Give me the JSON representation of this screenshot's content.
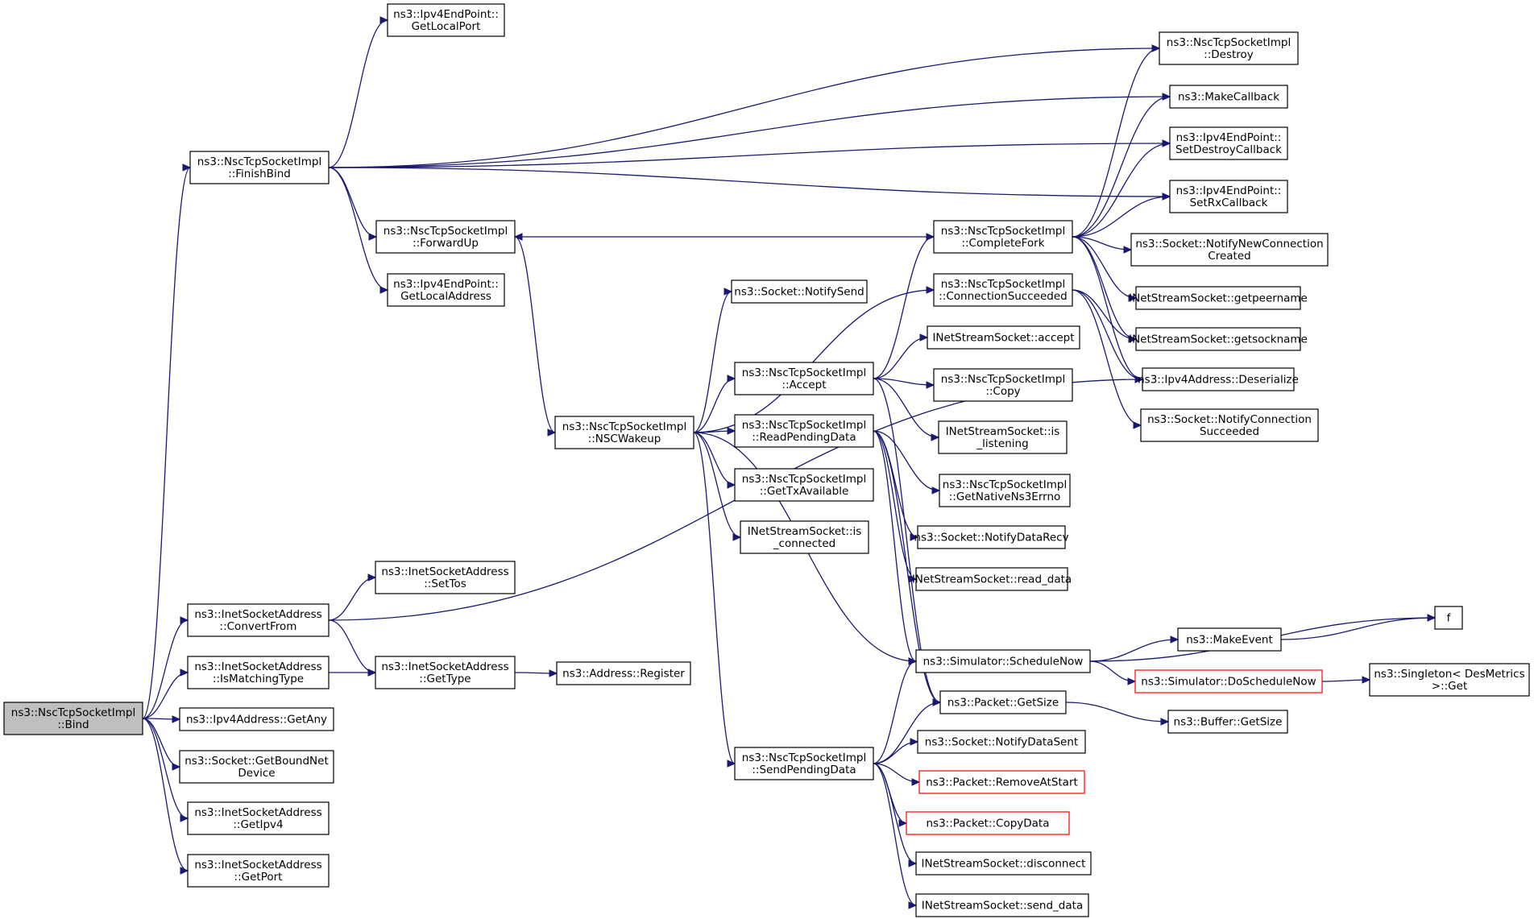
{
  "diagram": {
    "colors": {
      "edge": "#191970",
      "root_fill": "#bfbfbf",
      "box_border": "#000000",
      "truncated_border": "#ff0000"
    },
    "nodes": [
      {
        "id": "bind",
        "lines": [
          "ns3::NscTcpSocketImpl",
          "::Bind"
        ],
        "style": "root"
      },
      {
        "id": "finishbind",
        "lines": [
          "ns3::NscTcpSocketImpl",
          "::FinishBind"
        ]
      },
      {
        "id": "getlocalport",
        "lines": [
          "ns3::Ipv4EndPoint::",
          "GetLocalPort"
        ]
      },
      {
        "id": "forwardup",
        "lines": [
          "ns3::NscTcpSocketImpl",
          "::ForwardUp"
        ]
      },
      {
        "id": "getlocaladdress",
        "lines": [
          "ns3::Ipv4EndPoint::",
          "GetLocalAddress"
        ]
      },
      {
        "id": "destroy",
        "lines": [
          "ns3::NscTcpSocketImpl",
          "::Destroy"
        ]
      },
      {
        "id": "makecallback",
        "lines": [
          "ns3::MakeCallback"
        ]
      },
      {
        "id": "setdestroycallback",
        "lines": [
          "ns3::Ipv4EndPoint::",
          "SetDestroyCallback"
        ]
      },
      {
        "id": "setrxcallback",
        "lines": [
          "ns3::Ipv4EndPoint::",
          "SetRxCallback"
        ]
      },
      {
        "id": "completefork",
        "lines": [
          "ns3::NscTcpSocketImpl",
          "::CompleteFork"
        ]
      },
      {
        "id": "notifynewconnection",
        "lines": [
          "ns3::Socket::NotifyNewConnection",
          "Created"
        ]
      },
      {
        "id": "getpeername",
        "lines": [
          "INetStreamSocket::getpeername"
        ]
      },
      {
        "id": "getsockname",
        "lines": [
          "INetStreamSocket::getsockname"
        ]
      },
      {
        "id": "deserialize",
        "lines": [
          "ns3::Ipv4Address::Deserialize"
        ]
      },
      {
        "id": "notifyconnsucceeded",
        "lines": [
          "ns3::Socket::NotifyConnection",
          "Succeeded"
        ]
      },
      {
        "id": "notifysend",
        "lines": [
          "ns3::Socket::NotifySend"
        ]
      },
      {
        "id": "connectionsucceeded",
        "lines": [
          "ns3::NscTcpSocketImpl",
          "::ConnectionSucceeded"
        ]
      },
      {
        "id": "accept",
        "lines": [
          "ns3::NscTcpSocketImpl",
          "::Accept"
        ]
      },
      {
        "id": "inetaccept",
        "lines": [
          "INetStreamSocket::accept"
        ]
      },
      {
        "id": "copy",
        "lines": [
          "ns3::NscTcpSocketImpl",
          "::Copy"
        ]
      },
      {
        "id": "islistening",
        "lines": [
          "INetStreamSocket::is",
          "_listening"
        ]
      },
      {
        "id": "nscwakeup",
        "lines": [
          "ns3::NscTcpSocketImpl",
          "::NSCWakeup"
        ]
      },
      {
        "id": "readpendingdata",
        "lines": [
          "ns3::NscTcpSocketImpl",
          "::ReadPendingData"
        ]
      },
      {
        "id": "getnativens3errno",
        "lines": [
          "ns3::NscTcpSocketImpl",
          "::GetNativeNs3Errno"
        ]
      },
      {
        "id": "gettxavailable",
        "lines": [
          "ns3::NscTcpSocketImpl",
          "::GetTxAvailable"
        ]
      },
      {
        "id": "notifydatarecv",
        "lines": [
          "ns3::Socket::NotifyDataRecv"
        ]
      },
      {
        "id": "isconnected",
        "lines": [
          "INetStreamSocket::is",
          "_connected"
        ]
      },
      {
        "id": "readdata",
        "lines": [
          "INetStreamSocket::read_data"
        ]
      },
      {
        "id": "settos",
        "lines": [
          "ns3::InetSocketAddress",
          "::SetTos"
        ]
      },
      {
        "id": "convertfrom",
        "lines": [
          "ns3::InetSocketAddress",
          "::ConvertFrom"
        ]
      },
      {
        "id": "f",
        "lines": [
          "f"
        ]
      },
      {
        "id": "makeevent",
        "lines": [
          "ns3::MakeEvent"
        ]
      },
      {
        "id": "schedulenow",
        "lines": [
          "ns3::Simulator::ScheduleNow"
        ]
      },
      {
        "id": "ismatchingtype",
        "lines": [
          "ns3::InetSocketAddress",
          "::IsMatchingType"
        ]
      },
      {
        "id": "gettype",
        "lines": [
          "ns3::InetSocketAddress",
          "::GetType"
        ]
      },
      {
        "id": "register",
        "lines": [
          "ns3::Address::Register"
        ]
      },
      {
        "id": "doschedulenow",
        "lines": [
          "ns3::Simulator::DoScheduleNow"
        ],
        "style": "truncated"
      },
      {
        "id": "singletonget",
        "lines": [
          "ns3::Singleton< DesMetrics",
          " >::Get"
        ]
      },
      {
        "id": "packetgetsize",
        "lines": [
          "ns3::Packet::GetSize"
        ]
      },
      {
        "id": "getany",
        "lines": [
          "ns3::Ipv4Address::GetAny"
        ]
      },
      {
        "id": "buffergetsize",
        "lines": [
          "ns3::Buffer::GetSize"
        ]
      },
      {
        "id": "getboundnetdevice",
        "lines": [
          "ns3::Socket::GetBoundNet",
          "Device"
        ]
      },
      {
        "id": "notifydatasent",
        "lines": [
          "ns3::Socket::NotifyDataSent"
        ]
      },
      {
        "id": "sendpendingdata",
        "lines": [
          "ns3::NscTcpSocketImpl",
          "::SendPendingData"
        ]
      },
      {
        "id": "removeatstart",
        "lines": [
          "ns3::Packet::RemoveAtStart"
        ],
        "style": "truncated"
      },
      {
        "id": "getipv4",
        "lines": [
          "ns3::InetSocketAddress",
          "::GetIpv4"
        ]
      },
      {
        "id": "copydata",
        "lines": [
          "ns3::Packet::CopyData"
        ],
        "style": "truncated"
      },
      {
        "id": "disconnect",
        "lines": [
          "INetStreamSocket::disconnect"
        ]
      },
      {
        "id": "getport",
        "lines": [
          "ns3::InetSocketAddress",
          "::GetPort"
        ]
      },
      {
        "id": "senddata",
        "lines": [
          "INetStreamSocket::send_data"
        ]
      }
    ],
    "edges": [
      [
        "bind",
        "finishbind"
      ],
      [
        "bind",
        "convertfrom"
      ],
      [
        "bind",
        "ismatchingtype"
      ],
      [
        "bind",
        "getany"
      ],
      [
        "bind",
        "getboundnetdevice"
      ],
      [
        "bind",
        "getipv4"
      ],
      [
        "bind",
        "getport"
      ],
      [
        "finishbind",
        "getlocalport"
      ],
      [
        "finishbind",
        "destroy"
      ],
      [
        "finishbind",
        "makecallback"
      ],
      [
        "finishbind",
        "setdestroycallback"
      ],
      [
        "finishbind",
        "setrxcallback"
      ],
      [
        "finishbind",
        "forwardup"
      ],
      [
        "finishbind",
        "getlocaladdress"
      ],
      [
        "forwardup",
        "nscwakeup"
      ],
      [
        "completefork",
        "forwardup"
      ],
      [
        "completefork",
        "destroy"
      ],
      [
        "completefork",
        "makecallback"
      ],
      [
        "completefork",
        "setdestroycallback"
      ],
      [
        "completefork",
        "setrxcallback"
      ],
      [
        "completefork",
        "notifynewconnection"
      ],
      [
        "completefork",
        "getpeername"
      ],
      [
        "completefork",
        "getsockname"
      ],
      [
        "completefork",
        "deserialize"
      ],
      [
        "connectionsucceeded",
        "getsockname"
      ],
      [
        "connectionsucceeded",
        "deserialize"
      ],
      [
        "connectionsucceeded",
        "notifyconnsucceeded"
      ],
      [
        "nscwakeup",
        "notifysend"
      ],
      [
        "nscwakeup",
        "connectionsucceeded"
      ],
      [
        "nscwakeup",
        "accept"
      ],
      [
        "nscwakeup",
        "readpendingdata"
      ],
      [
        "nscwakeup",
        "gettxavailable"
      ],
      [
        "nscwakeup",
        "isconnected"
      ],
      [
        "nscwakeup",
        "schedulenow"
      ],
      [
        "nscwakeup",
        "sendpendingdata"
      ],
      [
        "accept",
        "completefork"
      ],
      [
        "accept",
        "inetaccept"
      ],
      [
        "accept",
        "copy"
      ],
      [
        "accept",
        "islistening"
      ],
      [
        "accept",
        "packetgetsize"
      ],
      [
        "readpendingdata",
        "getnativens3errno"
      ],
      [
        "readpendingdata",
        "notifydatarecv"
      ],
      [
        "readpendingdata",
        "readdata"
      ],
      [
        "readpendingdata",
        "schedulenow"
      ],
      [
        "readpendingdata",
        "packetgetsize"
      ],
      [
        "convertfrom",
        "settos"
      ],
      [
        "convertfrom",
        "gettype"
      ],
      [
        "convertfrom",
        "deserialize"
      ],
      [
        "ismatchingtype",
        "gettype"
      ],
      [
        "gettype",
        "register"
      ],
      [
        "schedulenow",
        "f"
      ],
      [
        "schedulenow",
        "makeevent"
      ],
      [
        "schedulenow",
        "doschedulenow"
      ],
      [
        "makeevent",
        "f"
      ],
      [
        "doschedulenow",
        "singletonget"
      ],
      [
        "packetgetsize",
        "buffergetsize"
      ],
      [
        "sendpendingdata",
        "schedulenow"
      ],
      [
        "sendpendingdata",
        "packetgetsize"
      ],
      [
        "sendpendingdata",
        "notifydatasent"
      ],
      [
        "sendpendingdata",
        "removeatstart"
      ],
      [
        "sendpendingdata",
        "copydata"
      ],
      [
        "sendpendingdata",
        "disconnect"
      ],
      [
        "sendpendingdata",
        "senddata"
      ]
    ]
  }
}
